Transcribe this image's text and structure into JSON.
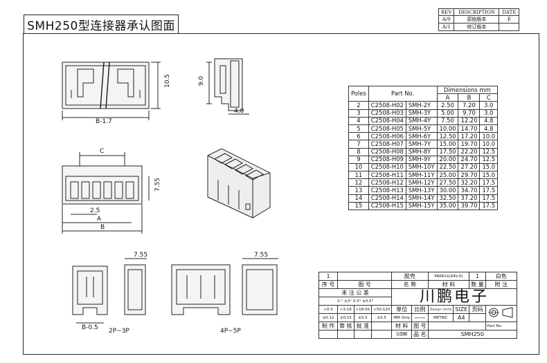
{
  "title": "SMH250型连接器承认图面",
  "revision": {
    "headers": [
      "REV",
      "DESCRIPTION",
      "DATE"
    ],
    "rows": [
      [
        "A/0",
        "原始版本",
        "E"
      ],
      [
        "A/1",
        "修订版本",
        ""
      ]
    ]
  },
  "drawing_labels": {
    "dim_10_5": "10.5",
    "dim_9_0": "9.0",
    "dim_4_0": "4.0",
    "dim_b_1_7": "B-1.7",
    "dim_c": "C",
    "dim_7_55_side": "7.55",
    "dim_2_5": "2.5",
    "dim_a": "A",
    "dim_b": "B",
    "dim_7_55_a": "7.55",
    "dim_7_55_b": "7.55",
    "dim_b_0_5": "B-0.5",
    "label_2p3p": "2P~3P",
    "label_4p5p": "4P~5P"
  },
  "dimensions_table": {
    "col_poles": "Poles",
    "col_part": "Part No.",
    "col_dims": "Dimensions mm",
    "col_a": "A",
    "col_b": "B",
    "col_c": "C",
    "rows": [
      [
        "2",
        "C2508-H02",
        "SMH-2Y",
        "2.50",
        "7.20",
        "3.0"
      ],
      [
        "3",
        "C2508-H03",
        "SMH-3Y",
        "5.00",
        "9.70",
        "3.0"
      ],
      [
        "4",
        "C2508-H04",
        "SMH-4Y",
        "7.50",
        "12.20",
        "4.8"
      ],
      [
        "5",
        "C2508-H05",
        "SMH-5Y",
        "10.00",
        "14.70",
        "4.8"
      ],
      [
        "6",
        "C2508-H06",
        "SMH-6Y",
        "12.50",
        "17.20",
        "10.0"
      ],
      [
        "7",
        "C2508-H07",
        "SMH-7Y",
        "15.00",
        "19.70",
        "10.0"
      ],
      [
        "8",
        "C2508-H08",
        "SMH-8Y",
        "17.50",
        "22.20",
        "12.5"
      ],
      [
        "9",
        "C2508-H09",
        "SMH-9Y",
        "20.00",
        "24.70",
        "12.5"
      ],
      [
        "10",
        "C2508-H10",
        "SMH-10Y",
        "22.50",
        "27.20",
        "15.0"
      ],
      [
        "11",
        "C2508-H11",
        "SMH-11Y",
        "25.00",
        "29.70",
        "15.0"
      ],
      [
        "12",
        "C2508-H12",
        "SMH-12Y",
        "27.50",
        "32.20",
        "17.5"
      ],
      [
        "13",
        "C2508-H13",
        "SMH-13Y",
        "30.00",
        "34.70",
        "17.5"
      ],
      [
        "14",
        "C2508-H14",
        "SMH-14Y",
        "32.50",
        "37.20",
        "17.5"
      ],
      [
        "15",
        "C2508-H15",
        "SMH-15Y",
        "35.00",
        "39.70",
        "17.5"
      ]
    ]
  },
  "title_block": {
    "row1": {
      "no": "1",
      "name": "胶壳",
      "material": "PA66(UL94V-0)",
      "qty": "1",
      "note": "白色"
    },
    "header": {
      "no": "序 号",
      "drawing_no": "图 号",
      "name": "名 称",
      "material": "材 料",
      "qty": "数 量",
      "note": "附 注"
    },
    "tolerance_title": "未 注 公 差",
    "tolerance_values": "X.° ±3°  X.X° ±0.5°",
    "brand": "川鹏电子",
    "ranges": [
      ">0-3",
      ">3-18",
      ">18-50",
      ">50-120"
    ],
    "range_tols": [
      "±0.12",
      "±0.15",
      "±0.3",
      "±0.5"
    ],
    "unit_label": "单位",
    "unit_value": "MM Only",
    "scale_label": "比例",
    "scale_value": "——",
    "design_units": "Design Units",
    "design_units_value": "METRIC",
    "size_label": "SIZE",
    "size_value": "A4",
    "page_label": "页码",
    "drawn": "制 作",
    "checked": "审 核",
    "approved": "批 准",
    "mat_label": "材 料",
    "dwg_label": "图 号",
    "part_no_label": "Part No.",
    "see_drawing": "见图解",
    "product_label": "品 名",
    "product_value": "SMH250"
  }
}
